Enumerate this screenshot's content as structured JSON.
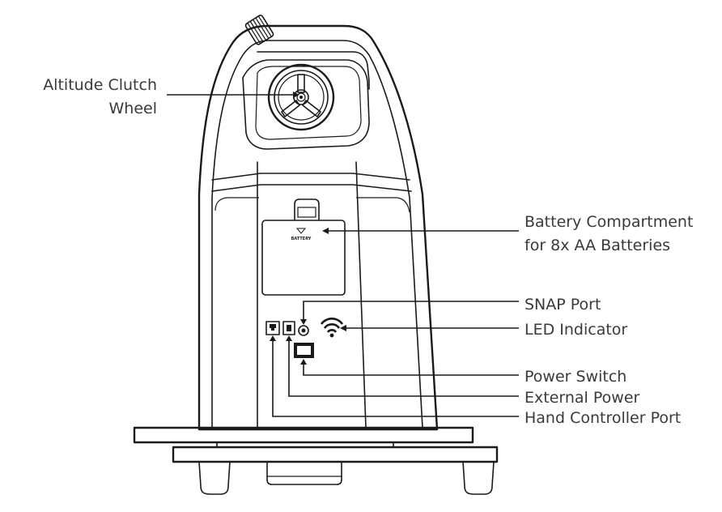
{
  "labels": {
    "altitude_clutch_line1": "Altitude Clutch",
    "altitude_clutch_line2": "Wheel",
    "battery_line1": "Battery Compartment",
    "battery_line2": "for 8x AA Batteries",
    "snap_port": "SNAP Port",
    "led_indicator": "LED Indicator",
    "power_switch": "Power Switch",
    "external_power": "External Power",
    "hand_controller_port": "Hand Controller Port",
    "battery_door_text": "BATTERY"
  },
  "colors": {
    "line": "#1a1a1a",
    "label_text": "#3a3a3a",
    "background": "#ffffff"
  },
  "icons": [
    "wifi-icon",
    "usb-port-icon",
    "snap-port-icon",
    "dc-jack-icon",
    "power-switch-icon"
  ]
}
